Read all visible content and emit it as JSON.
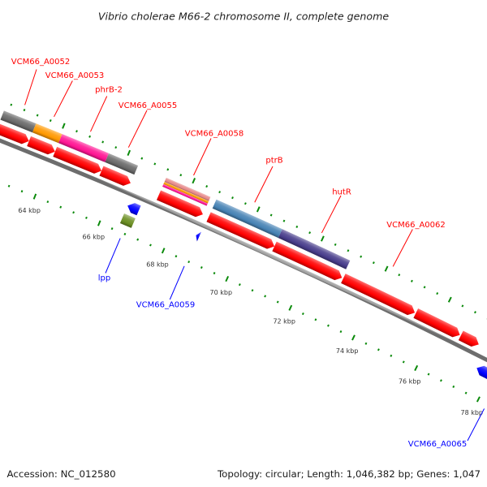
{
  "title": "Vibrio cholerae M66-2 chromosome II, complete genome",
  "footer": {
    "accession": "Accession: NC_012580",
    "summary": "Topology: circular; Length: 1,046,382 bp; Genes: 1,047"
  },
  "map": {
    "topology": "circular",
    "genome_length_bp": 1046382,
    "tick_range_kbp": [
      60,
      82
    ],
    "tick_interval_kbp": {
      "major": 2,
      "minor": 0.4
    },
    "colors": {
      "forward_gene": "#ff0000",
      "reverse_gene": "#0000ff",
      "forward_label": "#ff0000",
      "reverse_label": "#0000ff",
      "backbone": "#a0a0a0",
      "ticks": "#0b8a0b",
      "tick_label": "#333333"
    },
    "tick_labels": [
      {
        "kbp": 64,
        "text": "64 kbp"
      },
      {
        "kbp": 66,
        "text": "66 kbp"
      },
      {
        "kbp": 68,
        "text": "68 kbp"
      },
      {
        "kbp": 70,
        "text": "70 kbp"
      },
      {
        "kbp": 72,
        "text": "72 kbp"
      },
      {
        "kbp": 74,
        "text": "74 kbp"
      },
      {
        "kbp": 76,
        "text": "76 kbp"
      },
      {
        "kbp": 78,
        "text": "78 kbp"
      }
    ],
    "genes": [
      {
        "label": "VCM66_A0052",
        "strand": "+",
        "start_kbp": 62.27,
        "end_kbp": 63.25,
        "cog_colors": [
          "#696969"
        ]
      },
      {
        "label": "VCM66_A0053",
        "strand": "+",
        "start_kbp": 63.25,
        "end_kbp": 64.05,
        "cog_colors": [
          "#ff9900"
        ]
      },
      {
        "label": "phrB-2",
        "strand": "+",
        "start_kbp": 64.05,
        "end_kbp": 65.48,
        "cog_colors": [
          "#ff1493"
        ]
      },
      {
        "label": "VCM66_A0055",
        "strand": "+",
        "start_kbp": 65.48,
        "end_kbp": 66.38,
        "cog_colors": [
          "#696969"
        ]
      },
      {
        "label": "lpp",
        "strand": "-",
        "start_kbp": 66.55,
        "end_kbp": 66.9,
        "cog_colors": [
          "#6b8e23"
        ]
      },
      {
        "label": "VCM66_A0058",
        "strand": "+",
        "start_kbp": 67.25,
        "end_kbp": 68.62,
        "cog_colors": [
          "#e88a8a",
          "#ff9900",
          "#ff1493"
        ]
      },
      {
        "label": "VCM66_A0059",
        "strand": "-",
        "start_kbp": 68.68,
        "end_kbp": 68.78,
        "cog_colors": []
      },
      {
        "label": "ptrB",
        "strand": "+",
        "start_kbp": 68.8,
        "end_kbp": 70.85,
        "cog_colors": [
          "#4682b4"
        ]
      },
      {
        "label": "hutR",
        "strand": "+",
        "start_kbp": 70.85,
        "end_kbp": 72.97,
        "cog_colors": [
          "#483d8b"
        ]
      },
      {
        "label": "VCM66_A0062",
        "strand": "+",
        "start_kbp": 73.01,
        "end_kbp": 75.27,
        "cog_colors": []
      },
      {
        "label": null,
        "strand": "+",
        "start_kbp": 75.3,
        "end_kbp": 76.7,
        "cog_colors": []
      },
      {
        "label": null,
        "strand": "+",
        "start_kbp": 76.73,
        "end_kbp": 77.3,
        "cog_colors": []
      },
      {
        "label": "VCM66_A0065",
        "strand": "-",
        "start_kbp": 77.55,
        "end_kbp": 78.99,
        "cog_colors": []
      }
    ]
  }
}
